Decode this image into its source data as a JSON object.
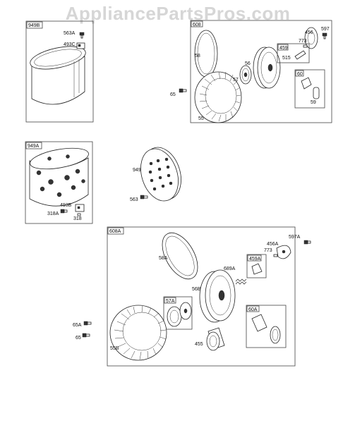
{
  "watermark": "AppliancePartsPros.com",
  "boxes": {
    "b949B": "949B",
    "b608": "608",
    "b949A": "949A",
    "b608A": "608A",
    "b459": "459",
    "b60": "60",
    "b459A": "459A",
    "b57A": "57A",
    "b60A": "60A"
  },
  "labels": {
    "l563A": "563A",
    "l493C": "493C",
    "l58": "58",
    "l56": "56",
    "l57": "57",
    "l55": "55",
    "l65": "65",
    "l456": "456",
    "l597": "597",
    "l773": "773",
    "l515": "515",
    "l59": "59",
    "l949": "949",
    "l563": "563",
    "l493B": "493B",
    "l318A": "318A",
    "l318": "318",
    "l58A": "58A",
    "l456A": "456A",
    "l597A": "597A",
    "l773b": "773",
    "l689A": "689A",
    "l56B": "56B",
    "l65A": "65A",
    "l65b": "65",
    "l55B": "55B",
    "l455": "455"
  }
}
